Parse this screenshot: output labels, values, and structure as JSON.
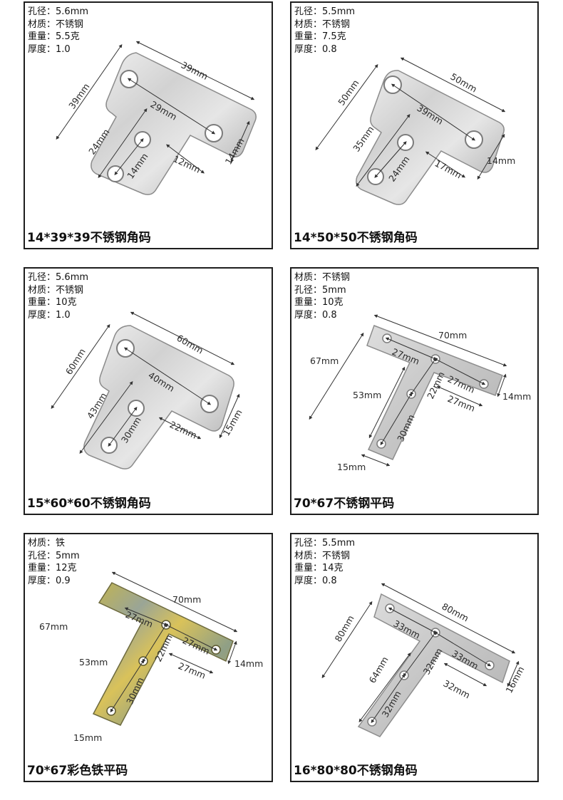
{
  "products": [
    {
      "specs": [
        {
          "label": "孔径：",
          "value": "5.6mm"
        },
        {
          "label": "材质：",
          "value": "不锈钢"
        },
        {
          "label": "重量：",
          "value": "5.5克"
        },
        {
          "label": "厚度：",
          "value": "1.0"
        }
      ],
      "dims": [
        "39mm",
        "39mm",
        "29mm",
        "24mm",
        "14mm",
        "12mm",
        "14mm"
      ],
      "caption": "14*39*39不锈钢角码",
      "finish": "stainless"
    },
    {
      "specs": [
        {
          "label": "孔径：",
          "value": "5.5mm"
        },
        {
          "label": "材质：",
          "value": "不锈钢"
        },
        {
          "label": "重量：",
          "value": "7.5克"
        },
        {
          "label": "厚度：",
          "value": "0.8"
        }
      ],
      "dims": [
        "50mm",
        "50mm",
        "39mm",
        "35mm",
        "24mm",
        "17mm",
        "14mm"
      ],
      "caption": "14*50*50不锈钢角码",
      "finish": "stainless"
    },
    {
      "specs": [
        {
          "label": "孔径：",
          "value": "5.6mm"
        },
        {
          "label": "材质：",
          "value": "不锈钢"
        },
        {
          "label": "重量：",
          "value": "10克"
        },
        {
          "label": "厚度：",
          "value": "1.0"
        }
      ],
      "dims": [
        "60mm",
        "60mm",
        "40mm",
        "43mm",
        "30mm",
        "22mm",
        "15mm"
      ],
      "caption": "15*60*60不锈钢角码",
      "finish": "stainless"
    },
    {
      "specs": [
        {
          "label": "材质：",
          "value": "不锈钢"
        },
        {
          "label": "孔径：",
          "value": "5mm"
        },
        {
          "label": "重量：",
          "value": "10克"
        },
        {
          "label": "厚度：",
          "value": "0.8"
        }
      ],
      "dims": [
        "70mm",
        "67mm",
        "27mm",
        "27mm",
        "22mm",
        "53mm",
        "30mm",
        "27mm",
        "14mm",
        "15mm"
      ],
      "caption": "70*67不锈钢平码",
      "finish": "stainless"
    },
    {
      "specs": [
        {
          "label": "材质：",
          "value": "铁"
        },
        {
          "label": "孔径：",
          "value": "5mm"
        },
        {
          "label": "重量：",
          "value": "12克"
        },
        {
          "label": "厚度：",
          "value": "0.9"
        }
      ],
      "dims": [
        "70mm",
        "67mm",
        "27mm",
        "27mm",
        "22mm",
        "53mm",
        "30mm",
        "27mm",
        "14mm",
        "15mm"
      ],
      "caption": "70*67彩色铁平码",
      "finish": "zinc-color"
    },
    {
      "specs": [
        {
          "label": "孔径：",
          "value": "5.5mm"
        },
        {
          "label": "材质：",
          "value": "不锈钢"
        },
        {
          "label": "重量：",
          "value": "14克"
        },
        {
          "label": "厚度：",
          "value": "0.8"
        }
      ],
      "dims": [
        "80mm",
        "80mm",
        "33mm",
        "33mm",
        "32mm",
        "64mm",
        "32mm",
        "32mm",
        "16mm"
      ],
      "caption": "16*80*80不锈钢角码",
      "finish": "stainless"
    }
  ],
  "colors": {
    "border": "#1e1e1e",
    "steel_light": "#e9e9e9",
    "steel_dark": "#a9a9a9",
    "zinc_yellow": "#c9b24a",
    "zinc_blue": "#7d8f8a"
  }
}
